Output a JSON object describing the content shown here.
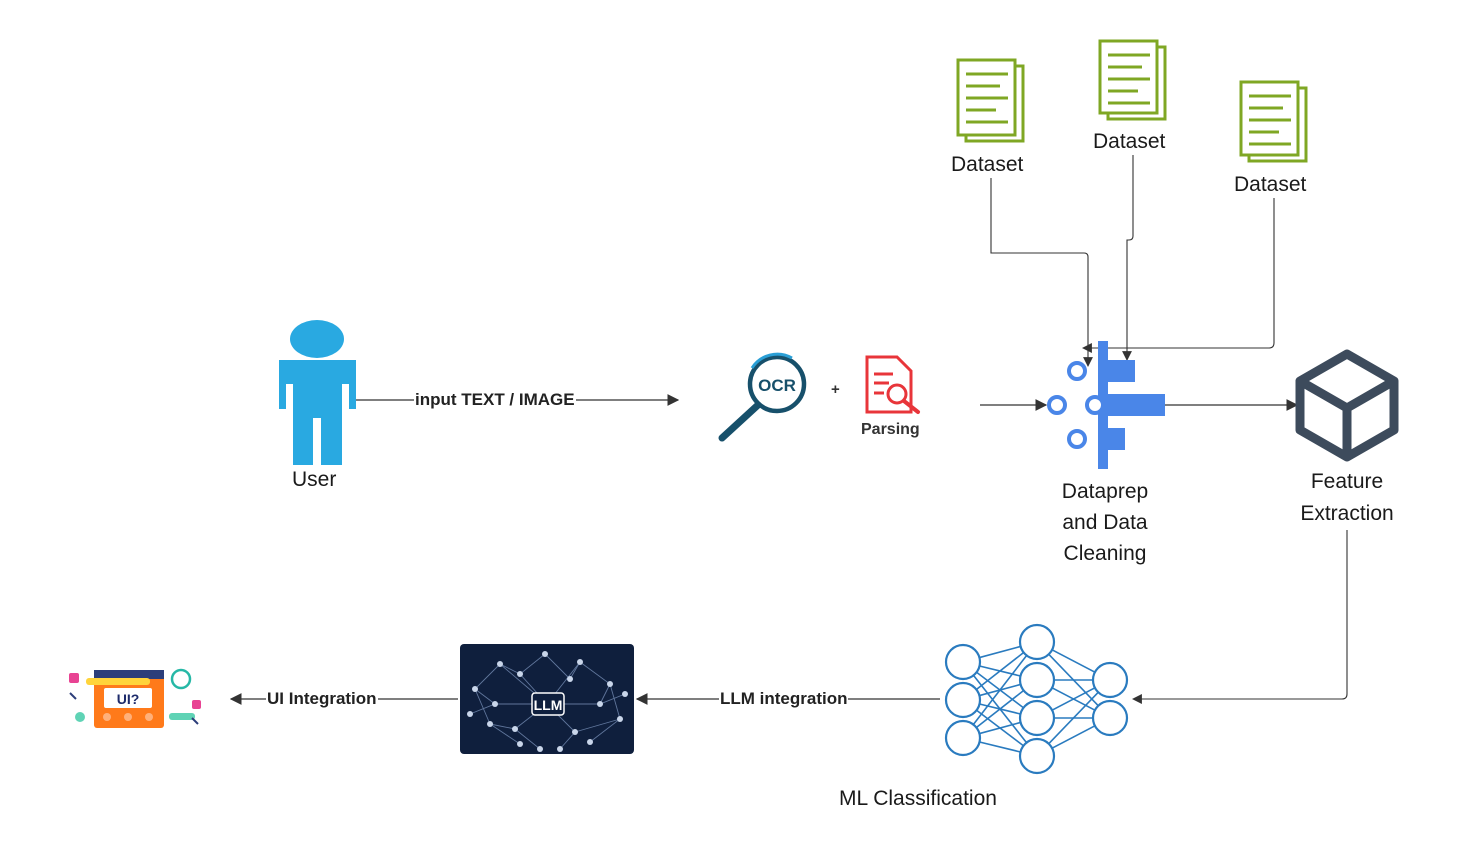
{
  "nodes": {
    "user": {
      "label": "User"
    },
    "ocr": {
      "label": "OCR"
    },
    "plus": {
      "label": "+"
    },
    "parsing": {
      "label": "Parsing"
    },
    "dataset1": {
      "label": "Dataset"
    },
    "dataset2": {
      "label": "Dataset"
    },
    "dataset3": {
      "label": "Dataset"
    },
    "dataprep": {
      "line1": "Dataprep",
      "line2": "and Data",
      "line3": "Cleaning"
    },
    "feature": {
      "line1": "Feature",
      "line2": "Extraction"
    },
    "ml": {
      "label": "ML Classification"
    },
    "llm": {
      "label": "LLM"
    },
    "ui": {
      "label": "UI?"
    }
  },
  "edges": {
    "user_to_ocr": "input TEXT / IMAGE",
    "ml_to_llm": "LLM integration",
    "llm_to_ui": "UI Integration"
  },
  "colors": {
    "user": "#29a9e1",
    "ocr": "#17506b",
    "parsing": "#e8353a",
    "dataset": "#7fa724",
    "dataprep": "#4a86e8",
    "feature": "#3d4b5c",
    "nn": "#2a7bbf",
    "edge": "#333333"
  }
}
